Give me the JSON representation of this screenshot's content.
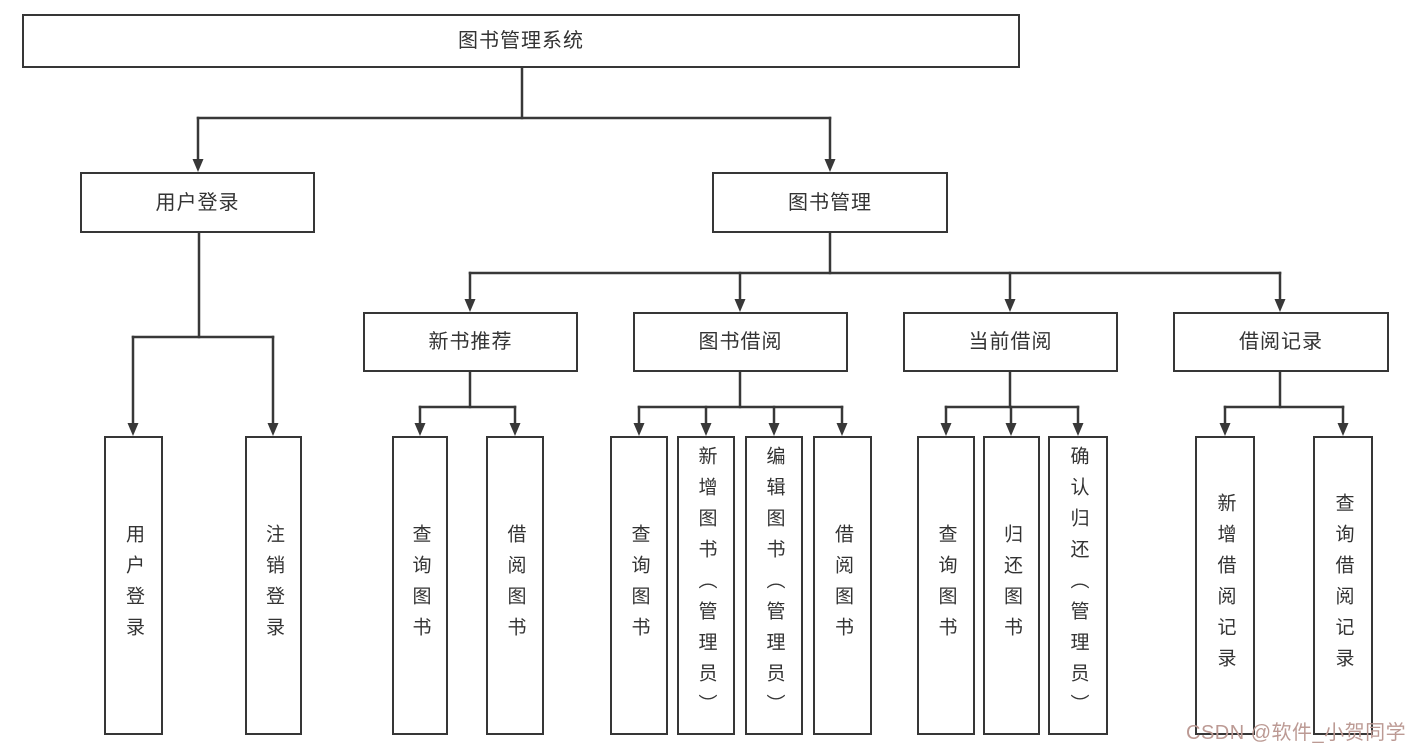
{
  "root": {
    "label": "图书管理系统"
  },
  "user_login": {
    "label": "用户登录",
    "children": [
      "用户登录",
      "注销登录"
    ]
  },
  "book_mgmt": {
    "label": "图书管理"
  },
  "modules": [
    {
      "label": "新书推荐",
      "children": [
        "查询图书",
        "借阅图书"
      ]
    },
    {
      "label": "图书借阅",
      "children": [
        "查询图书",
        "新增图书（管理员）",
        "编辑图书（管理员）",
        "借阅图书"
      ]
    },
    {
      "label": "当前借阅",
      "children": [
        "查询图书",
        "归还图书",
        "确认归还（管理员）"
      ]
    },
    {
      "label": "借阅记录",
      "children": [
        "新增借阅记录",
        "查询借阅记录"
      ]
    }
  ],
  "watermark": {
    "text": "CSDN @软件_小贺同学"
  },
  "colors": {
    "background": "#ffffff",
    "line": "#383838",
    "box_border": "#363636",
    "text": "#333333",
    "watermark_text": "#bc9a94"
  }
}
